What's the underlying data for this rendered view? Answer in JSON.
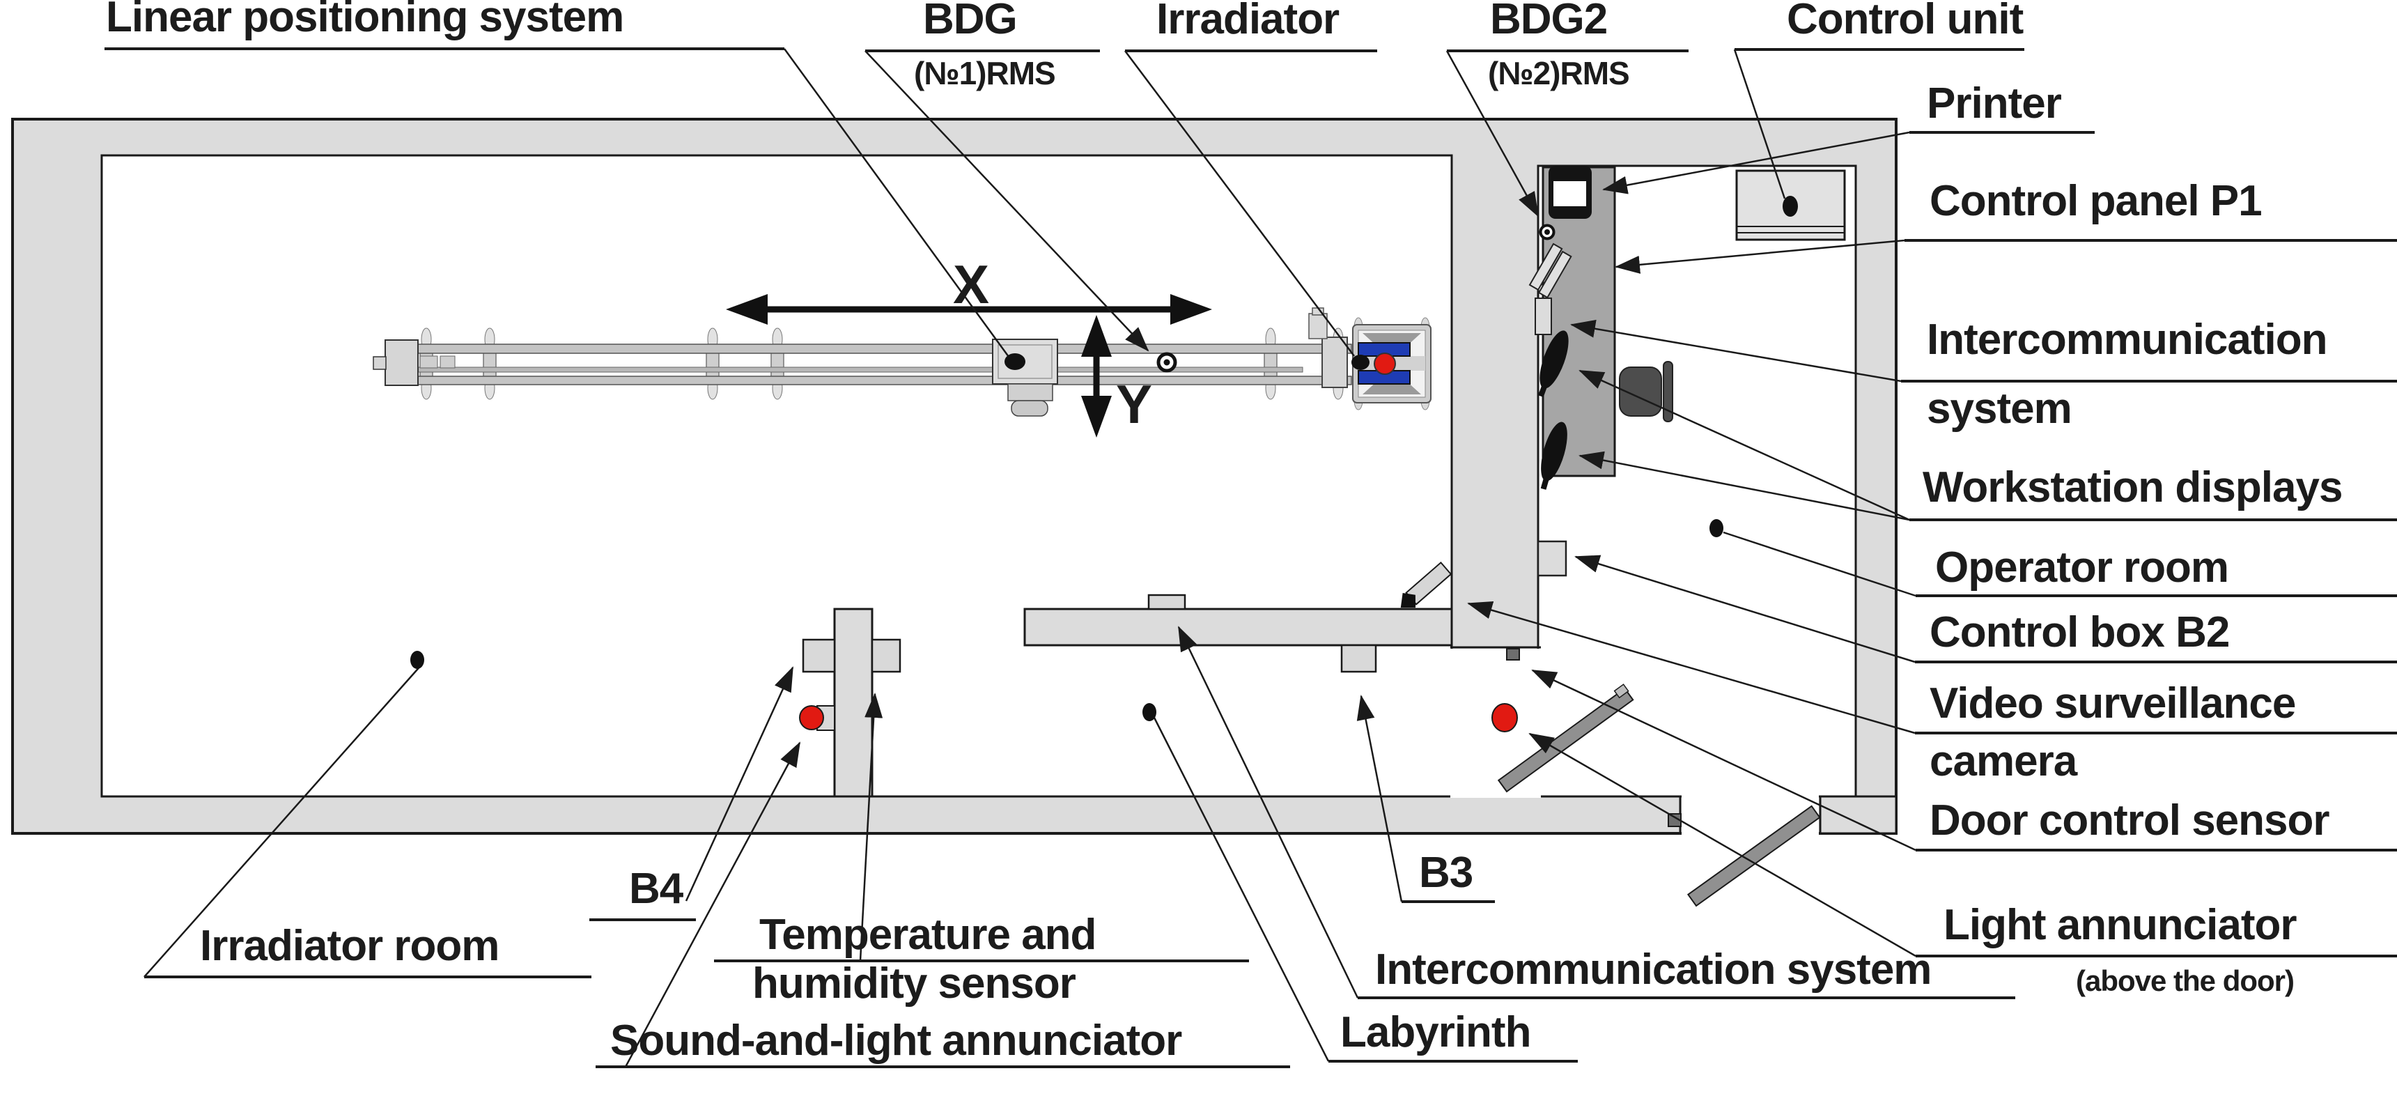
{
  "labels": {
    "linear_positioning_system": "Linear positioning system",
    "bdg": "BDG",
    "bdg_sub": "(№1)RMS",
    "irradiator": "Irradiator",
    "bdg2": "BDG2",
    "bdg2_sub": "(№2)RMS",
    "control_unit": "Control unit",
    "printer": "Printer",
    "control_panel_p1": "Control panel P1",
    "intercommunication": "Intercommunication",
    "intercommunication_sub": "system",
    "workstation_displays": "Workstation displays",
    "operator_room": "Operator room",
    "control_box_b2": "Control box B2",
    "video_surveillance": "Video surveillance",
    "video_surveillance_sub": "camera",
    "door_control_sensor": "Door control sensor",
    "light_annunciator": "Light annunciator",
    "light_annunciator_sub": "(above the door)",
    "irradiator_room": "Irradiator room",
    "b4": "B4",
    "temperature_line1": "Temperature and",
    "temperature_line2": "humidity sensor",
    "sound_and_light": "Sound-and-light annunciator",
    "labyrinth": "Labyrinth",
    "intercommunication_system": "Intercommunication system",
    "b3": "B3",
    "axis_x": "X",
    "axis_y": "Y"
  },
  "colors": {
    "wall_fill": "#dcdcdc",
    "desk_fill": "#a6a6a6",
    "chair_fill": "#4d4d4d",
    "door_leaf_fill": "#909090",
    "annunciator_red": "#e11a12",
    "irradiator_blue": "#1e3cb4",
    "line_black": "#1a1a1a"
  }
}
